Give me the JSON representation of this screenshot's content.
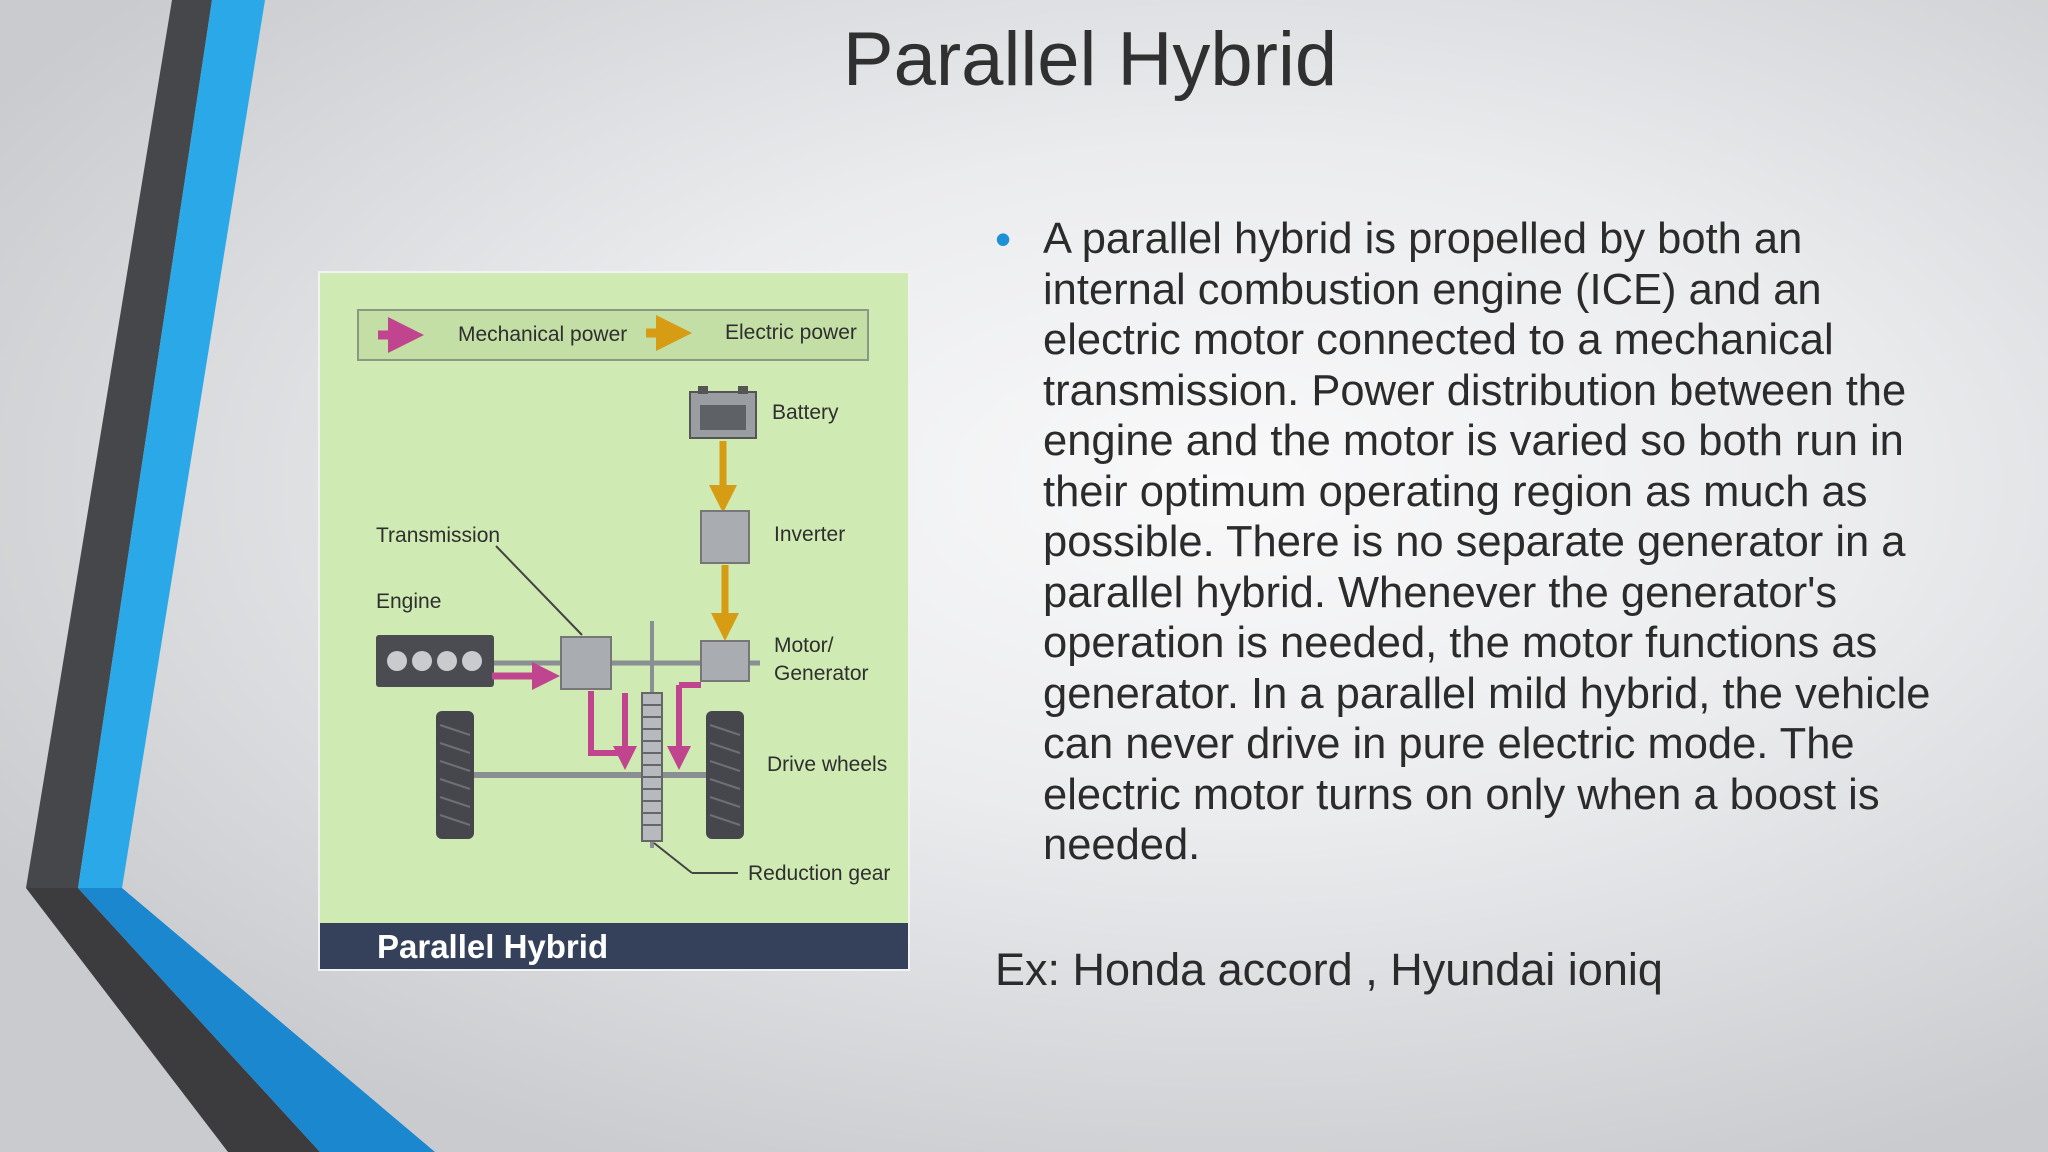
{
  "slide": {
    "title": "Parallel Hybrid",
    "bullet_text": "A parallel hybrid is propelled by both an internal combustion engine (ICE) and an electric motor connected to a mechanical transmission. Power distribution between the engine and the motor is varied so both run in their optimum operating region as much as possible. There is no separate generator in a parallel hybrid. Whenever the generator's operation is needed, the motor functions as generator. In a parallel mild hybrid, the vehicle can never drive in pure electric mode. The electric motor turns on only when a boost is needed.",
    "example_text": "Ex: Honda accord , Hyundai ioniq"
  },
  "figure": {
    "legend_mechanical": "Mechanical power",
    "legend_electric": "Electric power",
    "label_battery": "Battery",
    "label_inverter": "Inverter",
    "label_transmission": "Transmission",
    "label_engine": "Engine",
    "label_motor": "Motor/",
    "label_generator": "Generator",
    "label_drive_wheels": "Drive wheels",
    "label_reduction_gear": "Reduction gear",
    "caption": "Parallel Hybrid"
  },
  "colors": {
    "accent_blue": "#2aa8e8",
    "accent_dark": "#3c3c3e",
    "mechanical_arrow": "#c0448e",
    "electric_arrow": "#d69c14",
    "figure_background": "#cfeab3",
    "caption_bar": "#35415a"
  }
}
